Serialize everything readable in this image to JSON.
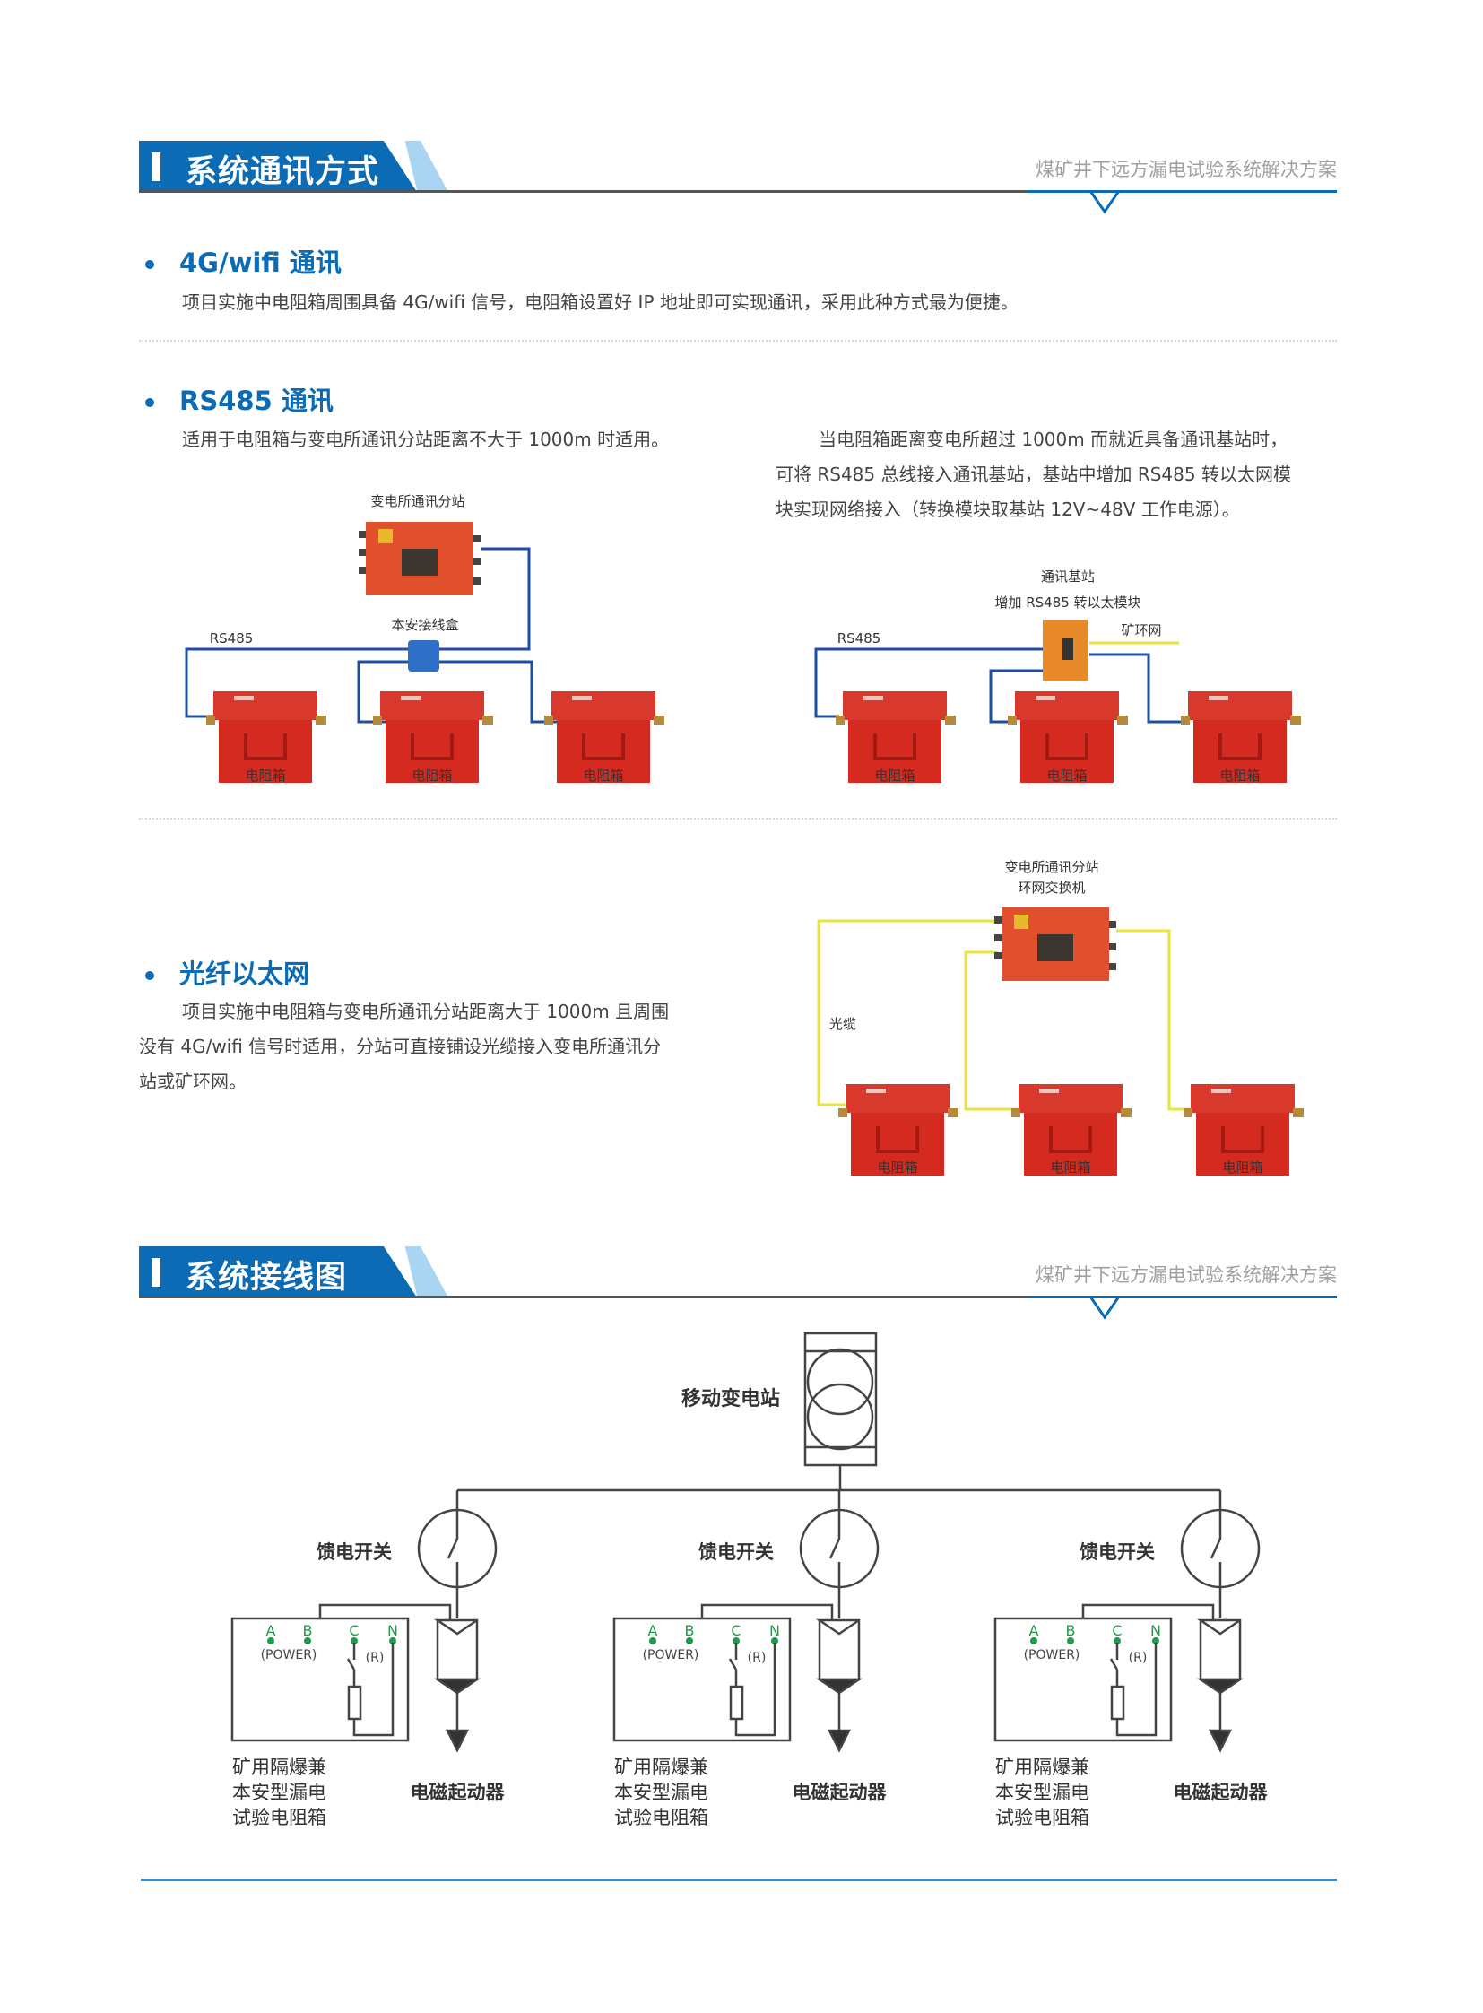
{
  "section1": {
    "title": "系统通讯方式",
    "subtitle": "煤矿井下远方漏电试验系统解决方案"
  },
  "wifi": {
    "heading": "4G/wifi 通讯",
    "body": "项目实施中电阻箱周围具备 4G/wifi 信号，电阻箱设置好 IP 地址即可实现通讯，采用此种方式最为便捷。"
  },
  "rs485": {
    "heading": "RS485 通讯",
    "left_body": "适用于电阻箱与变电所通讯分站距离不大于 1000m 时适用。",
    "right_body": [
      "当电阻箱距离变电所超过 1000m 而就近具备通讯基站时，",
      "可将 RS485 总线接入通讯基站，基站中增加 RS485 转以太网模",
      "块实现网络接入（转换模块取基站 12V~48V 工作电源）。"
    ],
    "diagram_left": {
      "station": "变电所通讯分站",
      "junction": "本安接线盒",
      "bus": "RS485",
      "box": "电阻箱"
    },
    "diagram_right": {
      "station": "通讯基站",
      "module": "增加 RS485 转以太模块",
      "ring": "矿环网",
      "bus": "RS485",
      "box": "电阻箱"
    }
  },
  "fiber": {
    "heading": "光纤以太网",
    "body": [
      "项目实施中电阻箱与变电所通讯分站距离大于 1000m 且周围",
      "没有 4G/wifi 信号时适用，分站可直接铺设光缆接入变电所通讯分",
      "站或矿环网。"
    ],
    "diagram": {
      "station": "变电所通讯分站",
      "switch": "环网交换机",
      "cable": "光缆",
      "box": "电阻箱"
    }
  },
  "section2": {
    "title": "系统接线图",
    "subtitle": "煤矿井下远方漏电试验系统解决方案"
  },
  "wiring": {
    "substation": "移动变电站",
    "feeder": "馈电开关",
    "terminals": {
      "a": "A",
      "b": "B",
      "c": "C",
      "n": "N",
      "power": "(POWER)",
      "r": "(R)"
    },
    "resistor_box": [
      "矿用隔爆兼",
      "本安型漏电",
      "试验电阻箱"
    ],
    "starter": "电磁起动器"
  },
  "colors": {
    "brand": "#0b6cb5",
    "rs485_wire": "#1f4fa0",
    "fiber_wire": "#e8e43a",
    "terminal": "#1f9a4a",
    "box_red": "#d42a1f"
  }
}
